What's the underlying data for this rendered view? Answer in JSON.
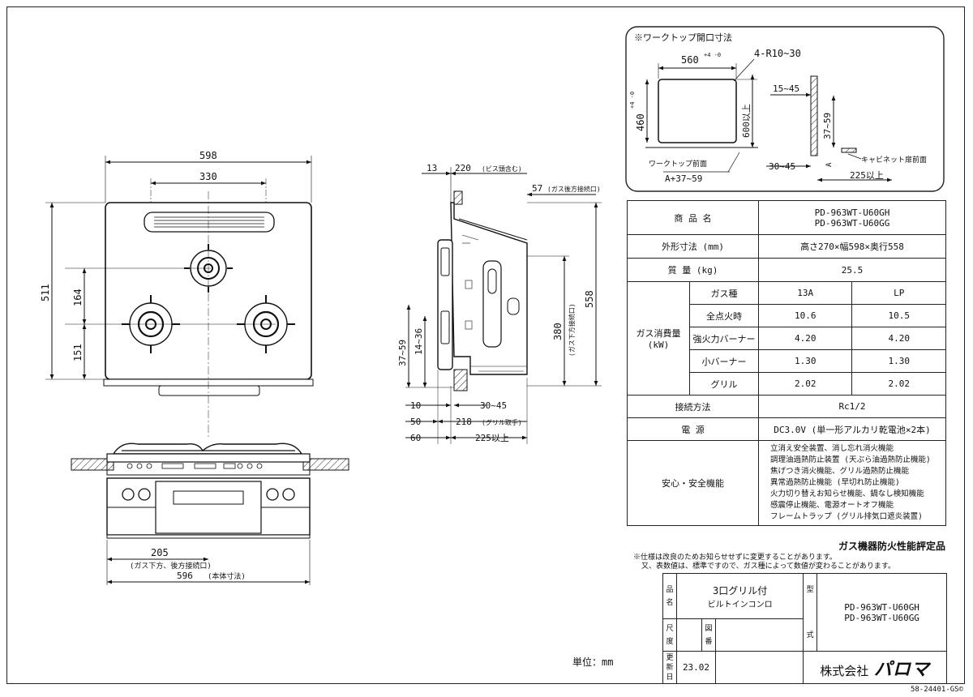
{
  "opening": {
    "title": "※ワークトップ開口寸法",
    "dim_width": "560",
    "dim_width_tol": "+4 -0",
    "dim_radius": "4-R10~30",
    "dim_height": "460",
    "dim_height_tol": "+4 -0",
    "dim_depth": "600以上",
    "dim_15_45": "15~45",
    "dim_37_59": "37~59",
    "dim_30_45": "30~45",
    "dim_225": "225以上",
    "label_front": "ワークトップ前面",
    "label_a": "A+37~59",
    "label_cabinet": "キャビネット扉前面",
    "label_A": "A"
  },
  "top_view": {
    "w598": "598",
    "w330": "330",
    "h511": "511",
    "h164": "164",
    "h151": "151"
  },
  "front_view": {
    "w205": "205",
    "w205_note": "(ガス下方、後方接続口)",
    "w596": "596",
    "w596_note": "(本体寸法)"
  },
  "side_view": {
    "d13": "13",
    "d220": "220",
    "d220_note": "(ビス頭含む)",
    "d57": "57",
    "d57_note": "(ガス後方接続口)",
    "d558": "558",
    "d380": "380",
    "d380_note": "(ガス下方接続口)",
    "d37_59": "37~59",
    "d14_36": "14~36",
    "d10": "10",
    "d30_45": "30~45",
    "d50": "50",
    "d218": "218",
    "d218_note": "(グリル取手)",
    "d60": "60",
    "d225": "225以上"
  },
  "spec": {
    "product_label": "商 品 名",
    "product_1": "PD-963WT-U60GH",
    "product_2": "PD-963WT-U60GG",
    "size_label": "外形寸法 (mm)",
    "size_value": "高さ270×幅598×奥行558",
    "mass_label": "質 量 (kg)",
    "mass_value": "25.5",
    "gas_group": "ガス消費量 (kW)",
    "gas_type_label": "ガス種",
    "gas_13a": "13A",
    "gas_lp": "LP",
    "rows": [
      {
        "label": "全点火時",
        "a": "10.6",
        "b": "10.5"
      },
      {
        "label": "強火力バーナー",
        "a": "4.20",
        "b": "4.20"
      },
      {
        "label": "小バーナー",
        "a": "1.30",
        "b": "1.30"
      },
      {
        "label": "グリル",
        "a": "2.02",
        "b": "2.02"
      }
    ],
    "conn_label": "接続方法",
    "conn_value": "Rc1/2",
    "power_label": "電 源",
    "power_value": "DC3.0V (単一形アルカリ乾電池×2本)",
    "safety_label": "安心・安全機能",
    "safety_items": [
      "立消え安全装置、消し忘れ消火機能",
      "調理油過熱防止装置 (天ぷら油過熱防止機能)",
      "焦げつき消火機能、グリル過熱防止機能",
      "異常過熱防止機能 (早切れ防止機能)",
      "火力切り替えお知らせ機能、鍋なし検知機能",
      "感震停止機能、電源オートオフ機能",
      "フレームトラップ (グリル排気口遮炎装置)"
    ]
  },
  "cert": "ガス機器防火性能評定品",
  "notes": [
    "※仕様は改良のためお知らせせずに変更することがあります。",
    "又、表数値は、標準ですので、ガス種によって数値が変わることがあります。"
  ],
  "title_block": {
    "name_label_1": "品",
    "name_label_2": "名",
    "name_1": "3口グリル付",
    "name_2": "ビルトインコンロ",
    "type_label_1": "型",
    "type_label_2": "式",
    "model_1": "PD-963WT-U60GH",
    "model_2": "PD-963WT-U60GG",
    "scale_label_1": "尺",
    "scale_label_2": "度",
    "fig_label_1": "図",
    "fig_label_2": "番",
    "rev_label_1": "更",
    "rev_label_2": "新",
    "rev_label_3": "日",
    "rev_date": "23.02",
    "company": "株式会社",
    "logo": "パロマ"
  },
  "unit": "単位：mm",
  "doc_no": "58-24401-GS©"
}
